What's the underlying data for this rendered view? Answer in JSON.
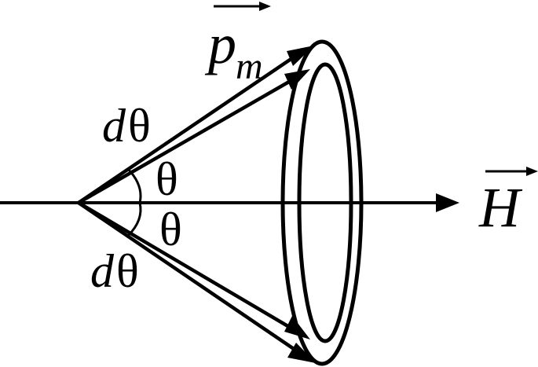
{
  "labels": {
    "pm_main": "p",
    "pm_sub": "m",
    "H": "H",
    "dtheta_d": "d",
    "dtheta_sym": "θ",
    "theta": "θ"
  },
  "colors": {
    "stroke": "#000000",
    "background": "#ffffff"
  }
}
